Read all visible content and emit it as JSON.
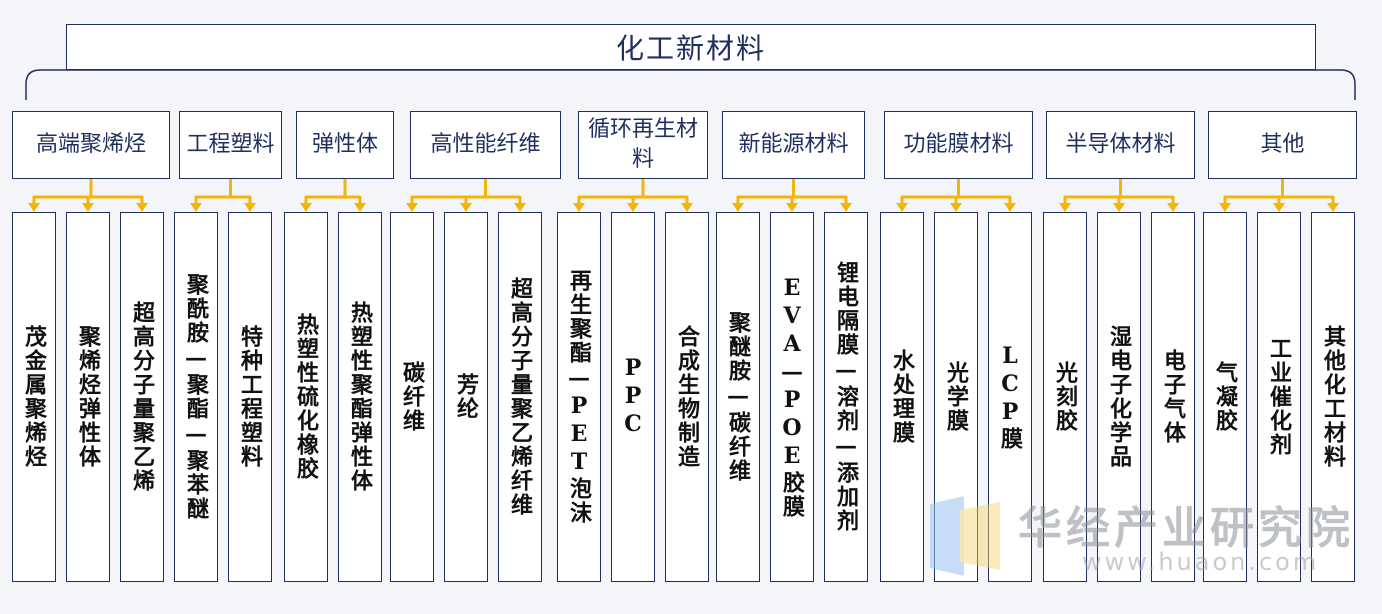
{
  "diagram": {
    "root": "化工新材料",
    "categories": [
      {
        "label": "高端聚烯烃",
        "children": [
          "茂金属聚烯烃",
          "聚烯烃弹性体",
          "超高分子量聚乙烯"
        ]
      },
      {
        "label": "工程塑料",
        "children": [
          "聚酰胺—聚酯—聚苯醚",
          "特种工程塑料"
        ]
      },
      {
        "label": "弹性体",
        "children": [
          "热塑性硫化橡胶",
          "热塑性聚酯弹性体"
        ]
      },
      {
        "label": "高性能纤维",
        "children": [
          "碳纤维",
          "芳纶",
          "超高分子量聚乙烯纤维"
        ]
      },
      {
        "label": "循环再生材料",
        "children": [
          "再生聚酯—PET泡沫",
          "PPC",
          "合成生物制造"
        ]
      },
      {
        "label": "新能源材料",
        "children": [
          "聚醚胺—碳纤维",
          "EVA—POE胶膜",
          "锂电隔膜—溶剂—添加剂"
        ]
      },
      {
        "label": "功能膜材料",
        "children": [
          "水处理膜",
          "光学膜",
          "LCP膜"
        ]
      },
      {
        "label": "半导体材料",
        "children": [
          "光刻胶",
          "湿电子化学品",
          "电子气体"
        ]
      },
      {
        "label": "其他",
        "children": [
          "气凝胶",
          "工业催化剂",
          "其他化工材料"
        ]
      }
    ]
  },
  "colors": {
    "box_border": "#1f2f5e",
    "bracket": "#1f2f5e",
    "arrow": "#f2b705",
    "text": "#1f2f5e",
    "leaf_text": "#111111"
  },
  "watermark": {
    "name": "华经产业研究院",
    "url": "www.huaon.com"
  }
}
